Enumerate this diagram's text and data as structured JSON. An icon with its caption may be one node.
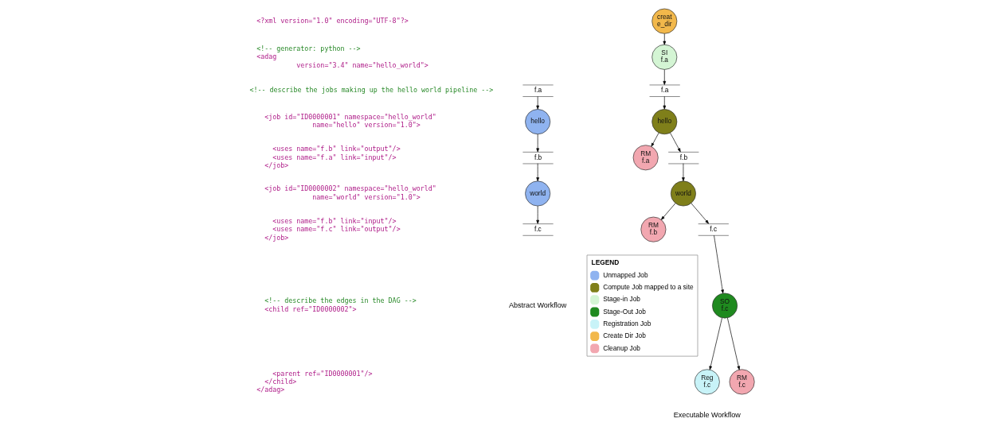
{
  "diagram": {
    "nodes": [
      {
        "text": [
          "f.a"
        ]
      },
      {
        "text": [
          "hello"
        ]
      },
      {
        "text": [
          "f.b"
        ]
      },
      {
        "text": [
          "world"
        ]
      },
      {
        "text": [
          "f.c"
        ]
      },
      {
        "text": [
          "creat e_dir"
        ]
      },
      {
        "text": [
          "SI",
          "f.a"
        ]
      },
      {
        "text": [
          "f.a"
        ]
      },
      {
        "text": [
          "hello"
        ]
      },
      {
        "text": [
          "RM",
          "f.a"
        ]
      },
      {
        "text": [
          "f.b"
        ]
      },
      {
        "text": [
          "world"
        ]
      },
      {
        "text": [
          "RM",
          "f.b"
        ]
      },
      {
        "text": [
          "f.c"
        ]
      },
      {
        "text": [
          "SO",
          "f.c"
        ]
      },
      {
        "text": [
          "Reg",
          "f.c"
        ]
      },
      {
        "text": [
          "RM",
          "f.c"
        ]
      }
    ],
    "edges": [
      {
        "from": 0,
        "to": 1,
        "arrow": "to"
      },
      {
        "from": 1,
        "to": 2,
        "arrow": "to"
      },
      {
        "from": 2,
        "to": 3,
        "arrow": "to"
      },
      {
        "from": 3,
        "to": 4,
        "arrow": "to"
      },
      {
        "from": 5,
        "to": 6,
        "arrow": "to"
      },
      {
        "from": 6,
        "to": 7,
        "arrow": "to"
      },
      {
        "from": 7,
        "to": 8,
        "arrow": "to"
      },
      {
        "from": 8,
        "to": 9,
        "arrow": "to"
      },
      {
        "from": 8,
        "to": 10,
        "arrow": "to"
      },
      {
        "from": 10,
        "to": 11,
        "arrow": "to"
      },
      {
        "from": 11,
        "to": 12,
        "arrow": "to"
      },
      {
        "from": 11,
        "to": 13,
        "arrow": "to"
      },
      {
        "from": 13,
        "to": 14,
        "arrow": "to"
      },
      {
        "from": 14,
        "to": 15,
        "arrow": "to"
      },
      {
        "from": 14,
        "to": 16,
        "arrow": "to"
      }
    ],
    "labels": [
      "<?xml version=\"1.0\" encoding=\"UTF-8\"?>",
      "<!-- generator: python -->",
      "<adag",
      "version=\"3.4\" name=\"hello_world\">",
      "<!-- describe the jobs making up the hello world pipeline -->",
      "<job id=\"ID0000001\" namespace=\"hello_world\"",
      "name=\"hello\" version=\"1.0\">",
      "<uses name=\"f.b\" link=\"output\"/>",
      "<uses name=\"f.a\" link=\"input\"/>",
      "</job>",
      "<job id=\"ID0000002\" namespace=\"hello_world\"",
      "name=\"world\" version=\"1.0\">",
      "<uses name=\"f.b\" link=\"input\"/>",
      "<uses name=\"f.c\" link=\"output\"/>",
      "</job>",
      "<!-- describe the edges in the DAG -->",
      "<child ref=\"ID0000002\">",
      "<parent ref=\"ID0000001\"/>",
      "</child>",
      "</adag>",
      "Abstract Workflow",
      "Executable Workflow",
      "LEGEND"
    ],
    "legend": [
      {
        "text": "Unmapped Job",
        "color": "#8fb3f0"
      },
      {
        "text": "Compute Job mapped to a site",
        "color": "#7f7f1a"
      },
      {
        "text": "Stage-in Job",
        "color": "#d4f5d4"
      },
      {
        "text": "Stage-Out Job",
        "color": "#1f8a1f"
      },
      {
        "text": "Registration Job",
        "color": "#c8f3f8"
      },
      {
        "text": "Create Dir Job",
        "color": "#f2b84b"
      },
      {
        "text": "Cleanup Job",
        "color": "#f2a7b0"
      }
    ]
  }
}
